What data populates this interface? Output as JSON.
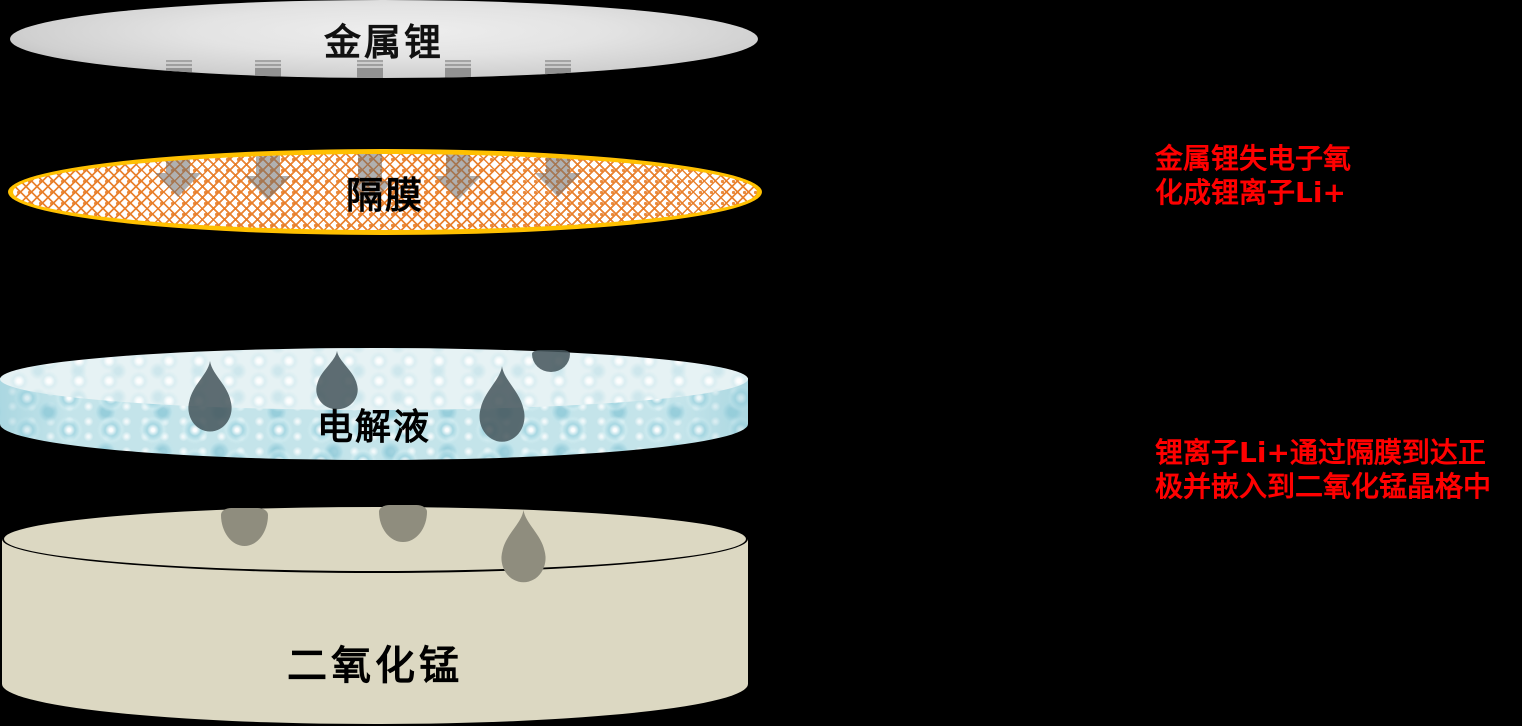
{
  "diagram": {
    "title_implicit": "锂锰电池放电原理示意图",
    "layers": [
      {
        "id": "lithium",
        "label": "金属锂"
      },
      {
        "id": "separator",
        "label": "隔膜"
      },
      {
        "id": "electrolyte",
        "label": "电解液"
      },
      {
        "id": "mno2",
        "label": "二氧化锰"
      }
    ],
    "annotations": [
      {
        "id": "anode-note",
        "lines": [
          "金属锂失电子氧",
          "化成锂离子Li+"
        ],
        "color": "#FF0000"
      },
      {
        "id": "cathode-note",
        "lines": [
          "锂离子Li+通过隔膜到达正",
          "极并嵌入到二氧化锰晶格中"
        ],
        "color": "#FF0000"
      }
    ],
    "colors": {
      "background": "#000000",
      "lithium_fill": "#D9D9D9",
      "separator_border": "#FFC000",
      "separator_pattern": "#ED7D31",
      "electrolyte_fill": "#C9E6EB",
      "mno2_fill": "#DCD8C2",
      "arrow": "#9A9A9A",
      "droplet_over_electrolyte": "#5D6C70",
      "droplet_over_mno2": "#8F8D7E"
    }
  }
}
